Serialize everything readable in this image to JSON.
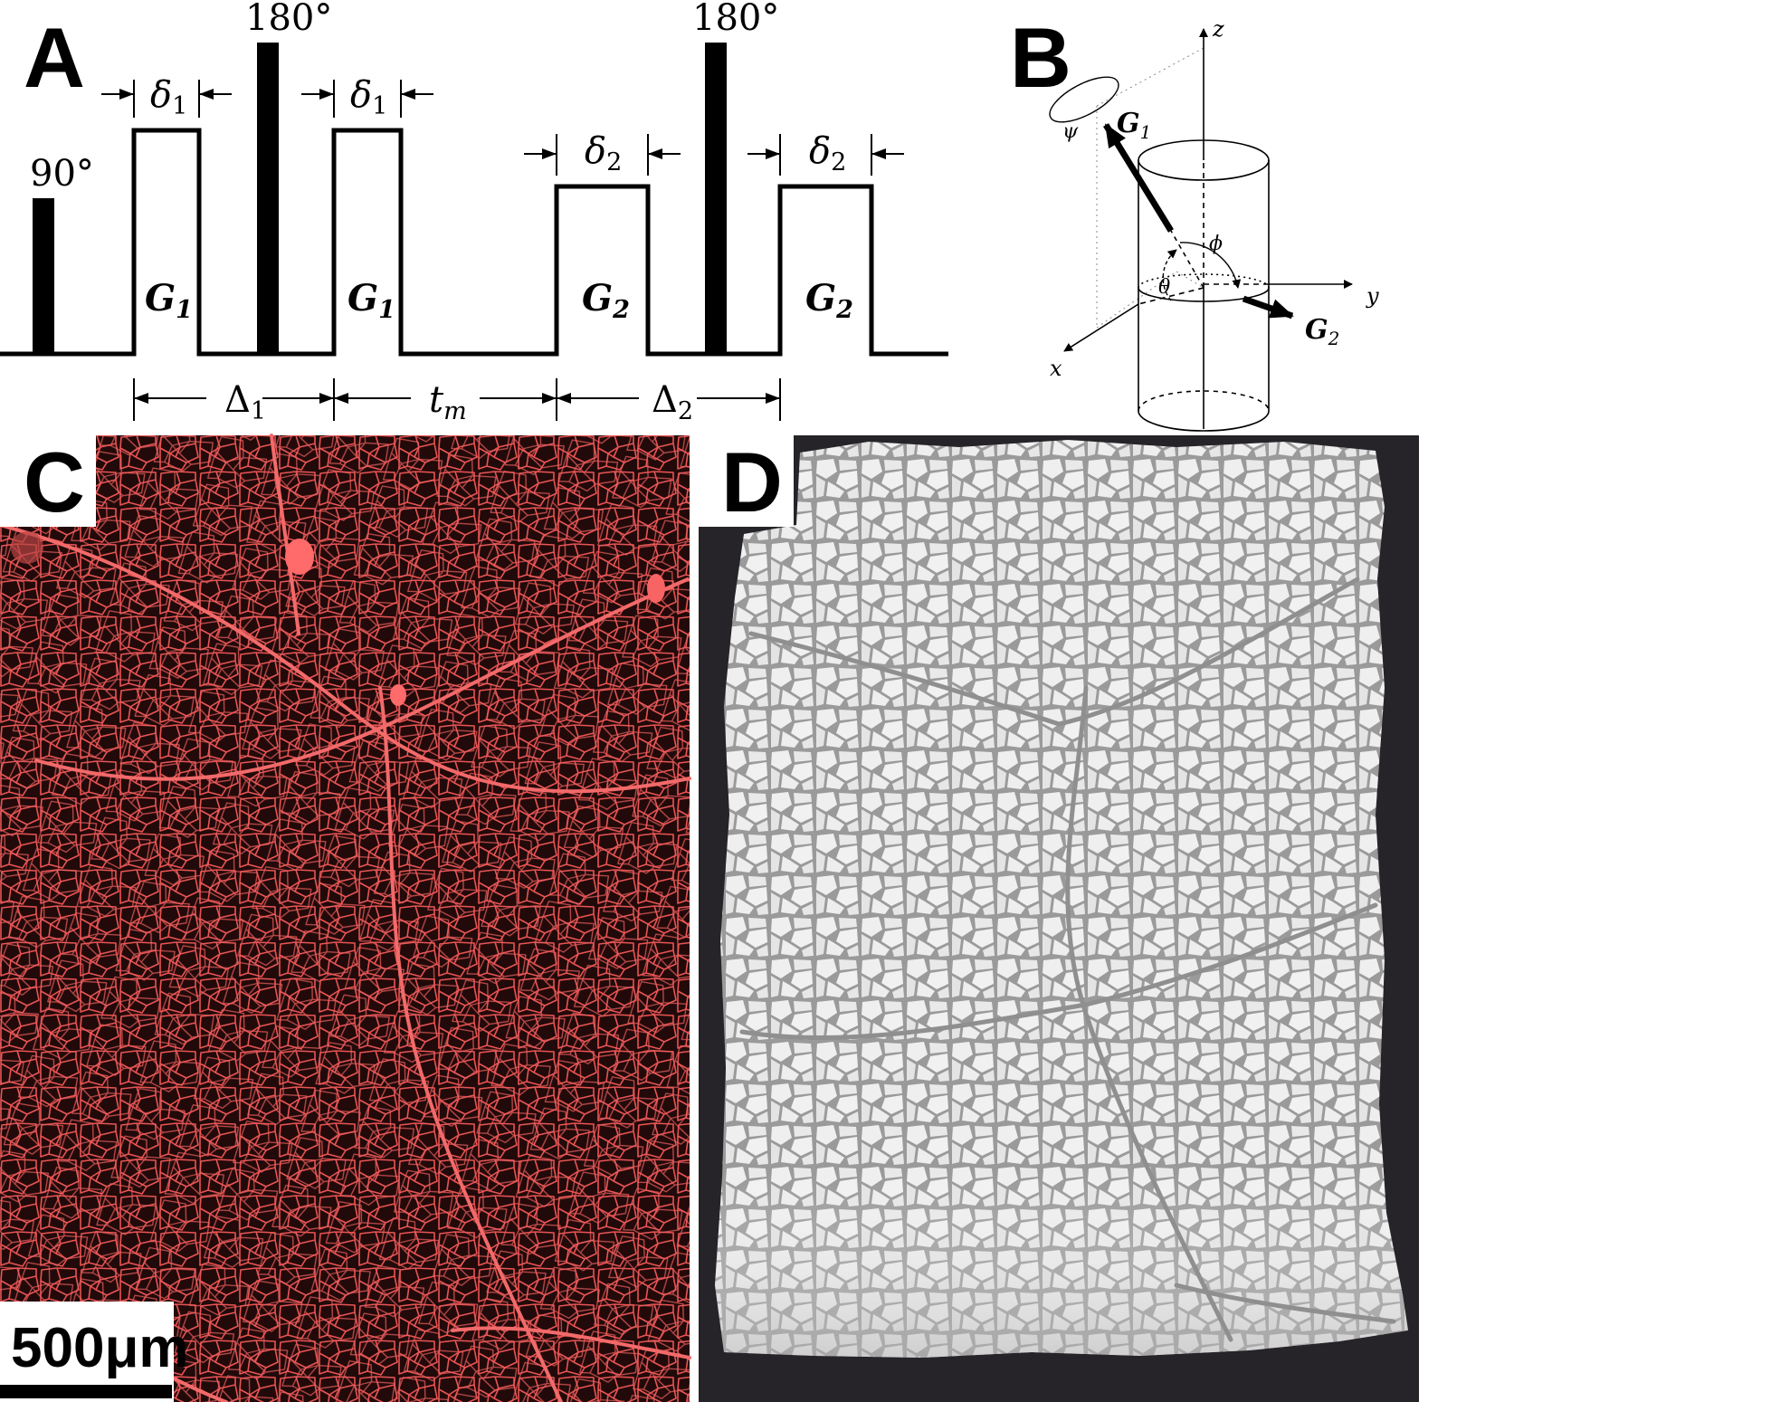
{
  "panels": {
    "a": {
      "letter": "A",
      "rf_pulses": {
        "p90": "90°",
        "p180_first": "180°",
        "p180_second": "180°"
      },
      "gradients": {
        "g1_a": "G",
        "g1_a_sub": "1",
        "g1_b": "G",
        "g1_b_sub": "1",
        "g2_a": "G",
        "g2_a_sub": "2",
        "g2_b": "G",
        "g2_b_sub": "2"
      },
      "durations": {
        "d1_a": "δ",
        "d1_a_sub": "1",
        "d1_b": "δ",
        "d1_b_sub": "1",
        "d2_a": "δ",
        "d2_a_sub": "2",
        "d2_b": "δ",
        "d2_b_sub": "2"
      },
      "intervals": {
        "big_delta_1": "Δ",
        "big_delta_1_sub": "1",
        "t_m": "t",
        "t_m_sub": "m",
        "big_delta_2": "Δ",
        "big_delta_2_sub": "2"
      }
    },
    "b": {
      "letter": "B",
      "axes": {
        "x": "x",
        "y": "y",
        "z": "z"
      },
      "vectors": {
        "g1": "G",
        "g1_sub": "1",
        "g2": "G",
        "g2_sub": "2"
      },
      "angles": {
        "psi": "ψ",
        "phi": "ϕ",
        "theta": "θ"
      }
    },
    "c": {
      "letter": "C",
      "scale_bar": "500μm",
      "colors": {
        "background": "#230a0a",
        "membrane": "#f05a5a"
      }
    },
    "d": {
      "letter": "D",
      "colors": {
        "background": "#262428",
        "fiber": "#ededed",
        "gap": "#9a9a9a"
      }
    }
  }
}
